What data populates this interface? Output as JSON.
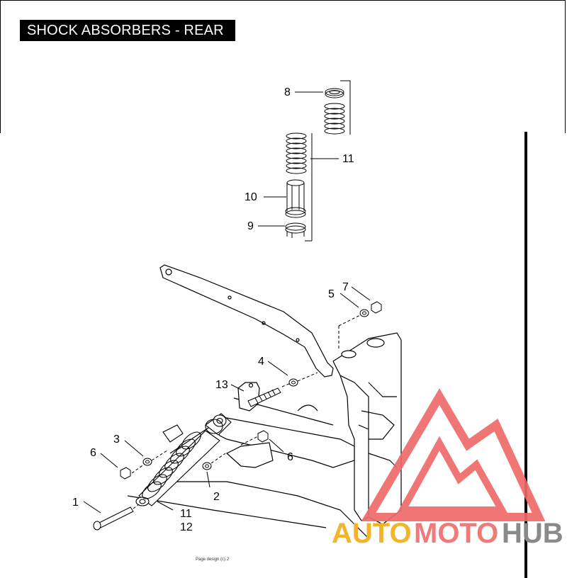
{
  "page": {
    "title": "SHOCK ABSORBERS - REAR",
    "footer": "Page design (c) 2"
  },
  "callouts": {
    "c1": "1",
    "c2": "2",
    "c3": "3",
    "c4": "4",
    "c5": "5",
    "c6a": "6",
    "c6b": "6",
    "c7": "7",
    "c8": "8",
    "c9": "9",
    "c10": "10",
    "c11a": "11",
    "c11b": "11",
    "c12": "12",
    "c13": "13"
  },
  "watermark": {
    "part1": "AUTO",
    "part2": "MOTO",
    "part3": "HUB",
    "colors": {
      "auto": "#f3b42a",
      "moto": "#f07a7a",
      "hub": "#8a8a8a",
      "logo": "#ef6b6b"
    }
  }
}
